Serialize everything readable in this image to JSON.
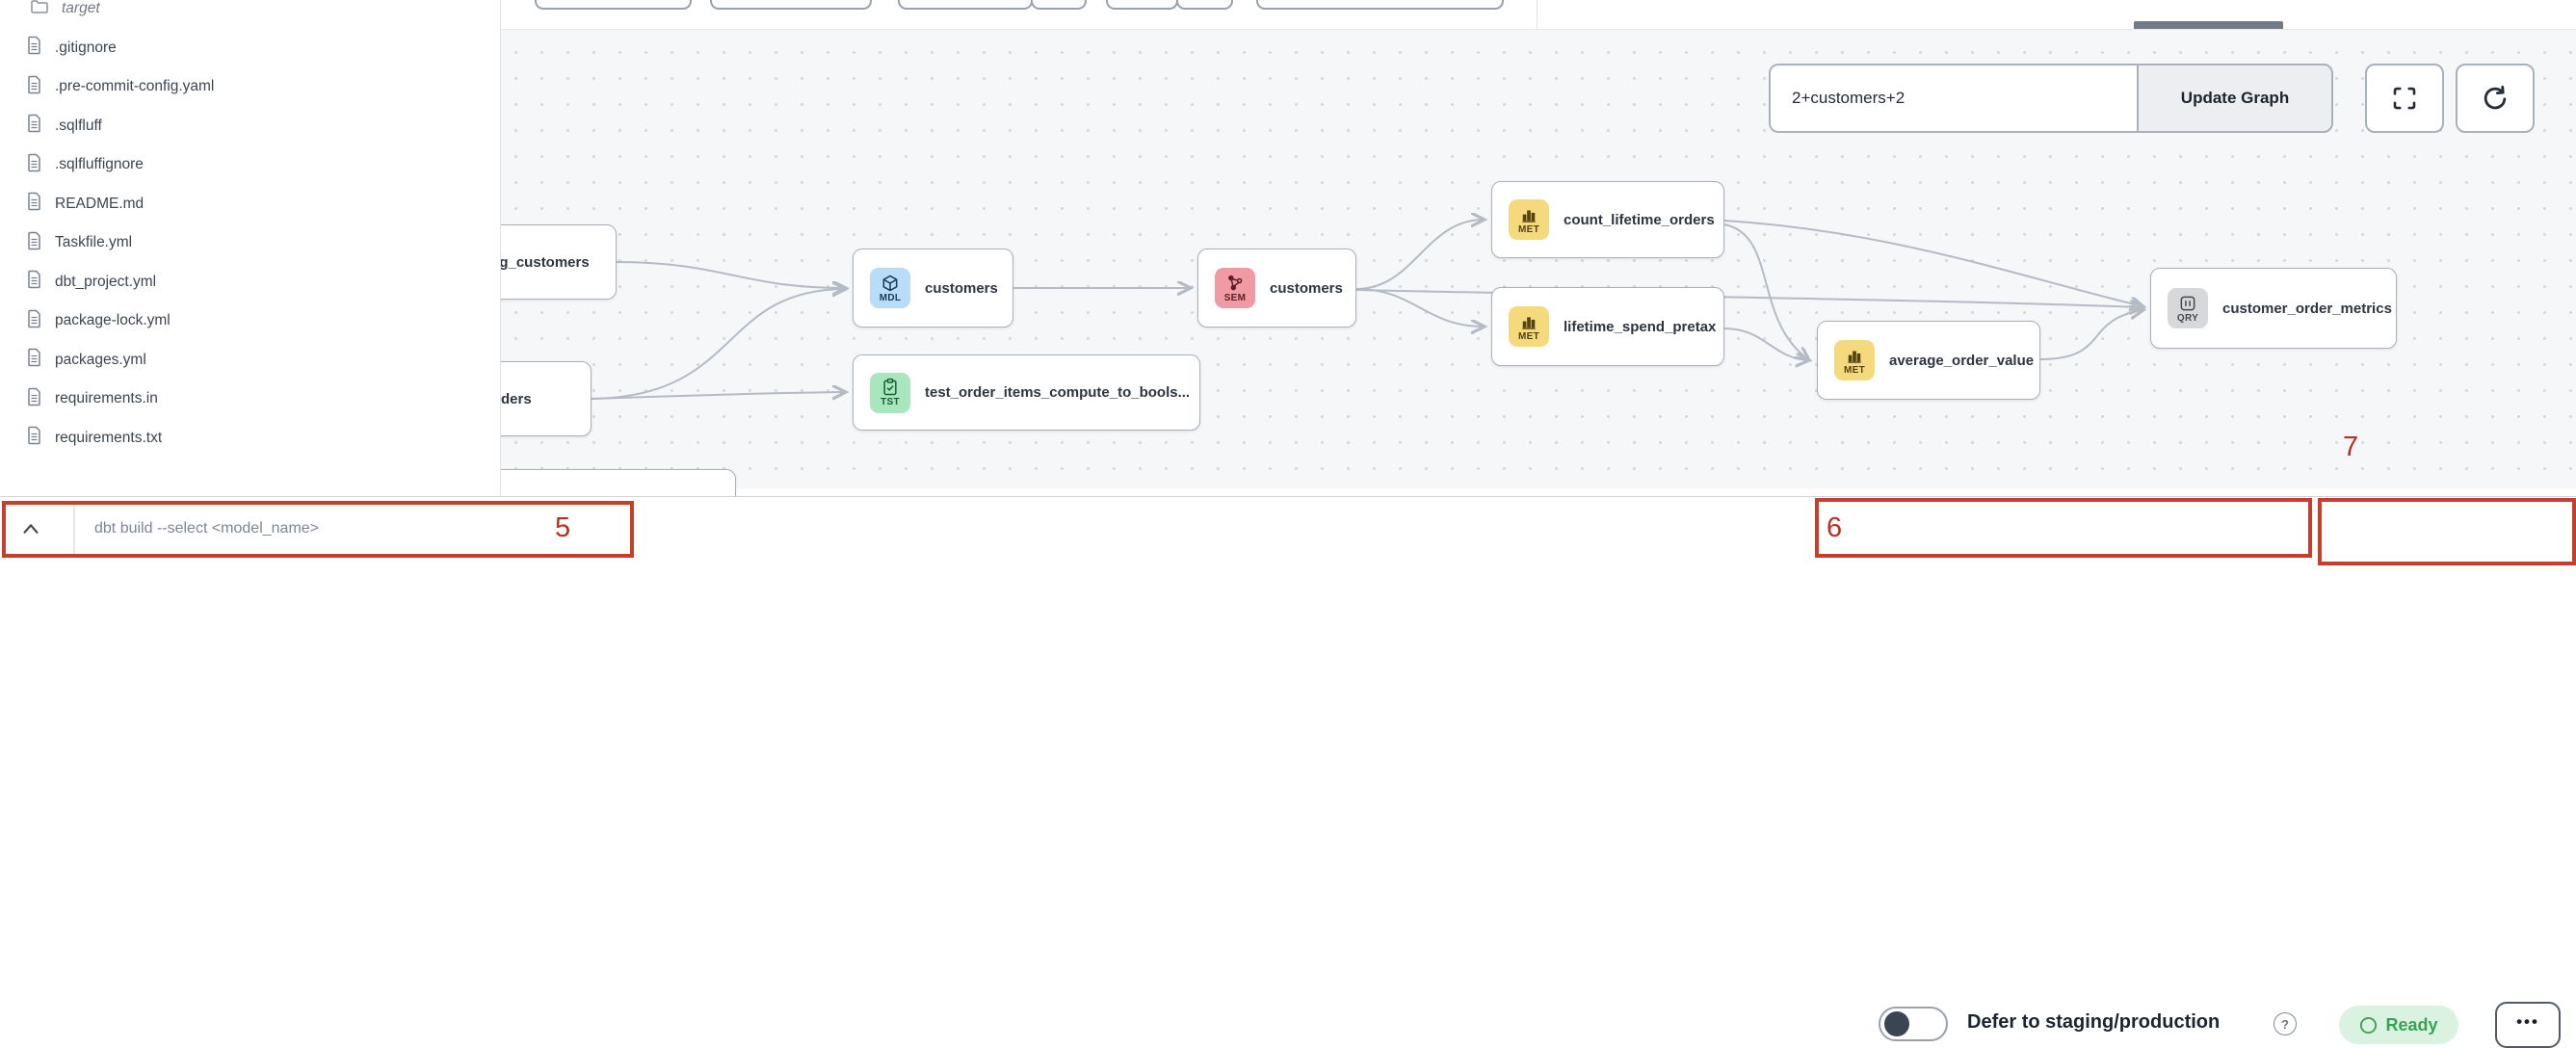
{
  "colors": {
    "annotation_red": "#c73e2a",
    "ready_green_bg": "#daf3e0",
    "ready_green_text": "#3aa157",
    "badge_model_blue": "#b9ddf8",
    "badge_semantic_pink": "#f09aa3",
    "badge_metric_yellow": "#f5da7d",
    "badge_test_green": "#a8e7bd",
    "badge_query_gray": "#d7d8da",
    "edge_gray": "#b5bbc5"
  },
  "annotations": {
    "n5": "5",
    "n6": "6",
    "n7": "7"
  },
  "sidebar": {
    "items": [
      {
        "label": "target",
        "type": "folder"
      },
      {
        "label": ".gitignore",
        "type": "file"
      },
      {
        "label": ".pre-commit-config.yaml",
        "type": "file"
      },
      {
        "label": ".sqlfluff",
        "type": "file"
      },
      {
        "label": ".sqlfluffignore",
        "type": "file"
      },
      {
        "label": "README.md",
        "type": "file"
      },
      {
        "label": "Taskfile.yml",
        "type": "file"
      },
      {
        "label": "dbt_project.yml",
        "type": "file"
      },
      {
        "label": "package-lock.yml",
        "type": "file"
      },
      {
        "label": "packages.yml",
        "type": "file"
      },
      {
        "label": "requirements.in",
        "type": "file"
      },
      {
        "label": "requirements.txt",
        "type": "file"
      }
    ]
  },
  "graph": {
    "controls": {
      "selector_value": "2+customers+2",
      "update_button": "Update Graph"
    },
    "nodes": [
      {
        "id": "stg_customers",
        "label": "stg_customers",
        "type": "mdl",
        "badge": "MDL"
      },
      {
        "id": "orders",
        "label": "orders",
        "type": "mdl",
        "badge": "MDL"
      },
      {
        "id": "customers_model",
        "label": "customers",
        "type": "mdl",
        "badge": "MDL"
      },
      {
        "id": "test_order_items",
        "label": "test_order_items_compute_to_bools...",
        "type": "tst",
        "badge": "TST"
      },
      {
        "id": "customers_semantic",
        "label": "customers",
        "type": "sem",
        "badge": "SEM"
      },
      {
        "id": "count_lifetime_orders",
        "label": "count_lifetime_orders",
        "type": "met",
        "badge": "MET"
      },
      {
        "id": "lifetime_spend_pretax",
        "label": "lifetime_spend_pretax",
        "type": "met",
        "badge": "MET"
      },
      {
        "id": "average_order_value",
        "label": "average_order_value",
        "type": "met",
        "badge": "MET"
      },
      {
        "id": "customer_order_metrics",
        "label": "customer_order_metrics",
        "type": "qry",
        "badge": "QRY"
      },
      {
        "id": "clipped_bottom_node",
        "label": "",
        "type": "plain",
        "badge": ""
      }
    ],
    "edges": [
      [
        "stg_customers",
        "customers_model"
      ],
      [
        "orders",
        "customers_model"
      ],
      [
        "orders",
        "test_order_items"
      ],
      [
        "customers_model",
        "customers_semantic"
      ],
      [
        "customers_semantic",
        "count_lifetime_orders"
      ],
      [
        "customers_semantic",
        "lifetime_spend_pretax"
      ],
      [
        "customers_semantic",
        "customer_order_metrics"
      ],
      [
        "count_lifetime_orders",
        "customer_order_metrics"
      ],
      [
        "count_lifetime_orders",
        "average_order_value"
      ],
      [
        "lifetime_spend_pretax",
        "average_order_value"
      ],
      [
        "average_order_value",
        "customer_order_metrics"
      ]
    ]
  },
  "bottom_bar": {
    "command_placeholder": "dbt build --select <model_name>",
    "defer_label": "Defer to staging/production",
    "help_glyph": "?",
    "status": "Ready",
    "more_glyph": "•••"
  }
}
